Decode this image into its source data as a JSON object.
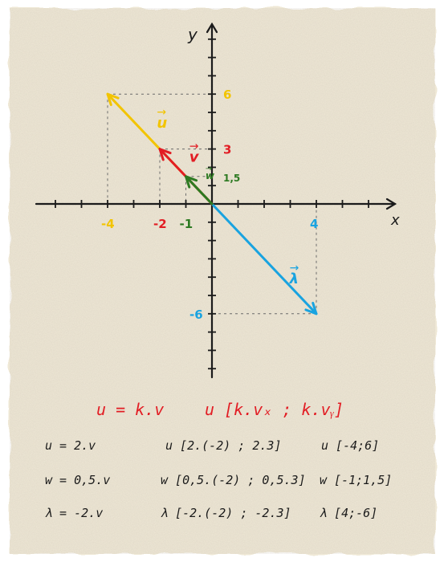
{
  "diagram": {
    "axes": {
      "x_label": "x",
      "y_label": "y",
      "x_tick_labels": [
        {
          "text": "-4",
          "color": "#f2c400"
        },
        {
          "text": "-2",
          "color": "#e21d24"
        },
        {
          "text": "-1",
          "color": "#2d7a22"
        },
        {
          "text": "4",
          "color": "#19a3e0"
        }
      ],
      "y_tick_labels": [
        {
          "text": "6",
          "color": "#f2c400"
        },
        {
          "text": "3",
          "color": "#e21d24"
        },
        {
          "text": "1,5",
          "color": "#2d7a22"
        },
        {
          "text": "-6",
          "color": "#19a3e0"
        }
      ]
    },
    "vectors": [
      {
        "name": "u",
        "label": "u",
        "color": "#f2c400",
        "to": [
          -4,
          6
        ]
      },
      {
        "name": "v",
        "label": "v",
        "color": "#e21d24",
        "to": [
          -2,
          3
        ]
      },
      {
        "name": "w",
        "label": "w",
        "color": "#2d7a22",
        "to": [
          -1,
          1.5
        ]
      },
      {
        "name": "lambda",
        "label": "λ",
        "color": "#19a3e0",
        "to": [
          4,
          -6
        ]
      }
    ]
  },
  "formula": {
    "general_left": "u = k.v",
    "general_right": "u [k.vₓ ; k.vᵧ]"
  },
  "rows": [
    {
      "def": "u = 2.v",
      "comp": "u [2.(-2) ; 2.3]",
      "result": "u [-4;6]"
    },
    {
      "def": "w = 0,5.v",
      "comp": "w [0,5.(-2) ; 0,5.3]",
      "result": "w [-1;1,5]"
    },
    {
      "def": "λ = -2.v",
      "comp": "λ [-2.(-2) ; -2.3]",
      "result": "λ [4;-6]"
    }
  ],
  "colors": {
    "paper": "#efe8d6",
    "ink": "#1b1b1b",
    "red": "#e21d24"
  }
}
